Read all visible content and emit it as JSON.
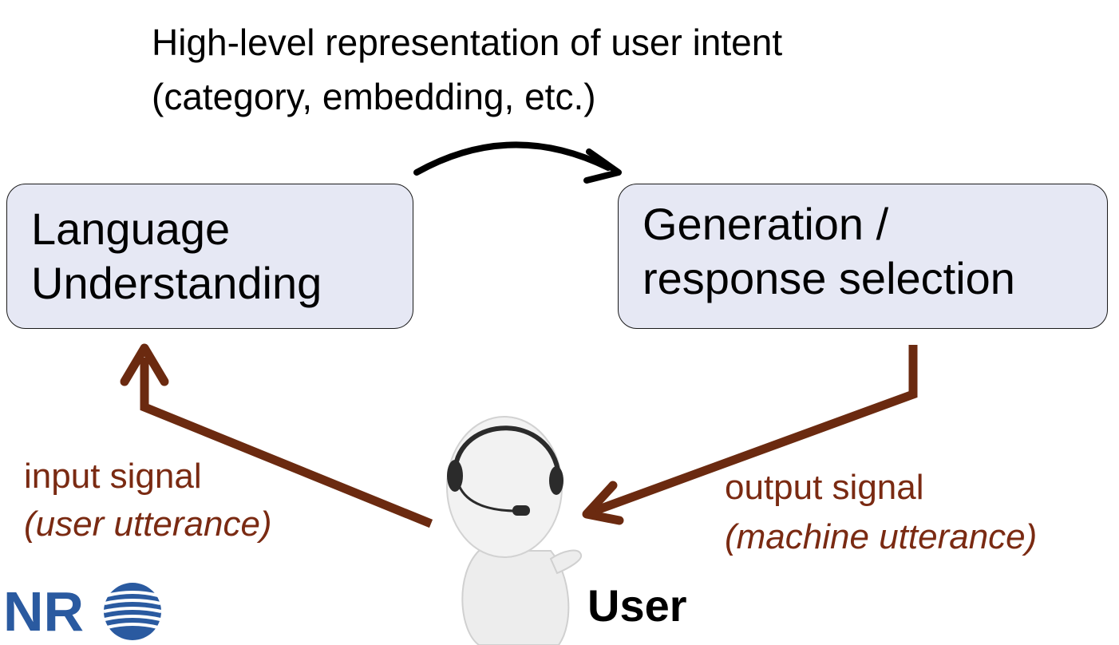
{
  "intent": {
    "line1": "High-level representation of user intent",
    "line2": "(category, embedding, etc.)"
  },
  "boxes": {
    "understanding": {
      "line1": "Language",
      "line2": "Understanding"
    },
    "generation": {
      "line1": "Generation /",
      "line2": "response selection"
    }
  },
  "input_signal": {
    "label": "input signal",
    "detail": "(user utterance)"
  },
  "output_signal": {
    "label": "output signal",
    "detail": "(machine utterance)"
  },
  "user": {
    "label": "User"
  },
  "logo": {
    "text": "NR"
  },
  "colors": {
    "box_fill": "#e6e8f4",
    "signal": "#7a2a12",
    "arrow_brown": "#6b2a10"
  }
}
